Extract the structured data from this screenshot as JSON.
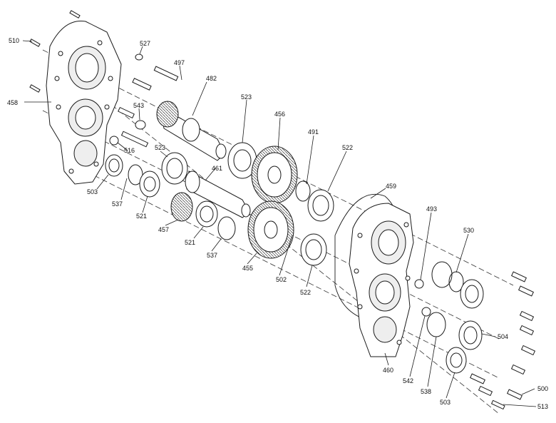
{
  "labels": {
    "l510": "510",
    "l527": "527",
    "l497": "497",
    "l482": "482",
    "l523a": "523",
    "l456": "456",
    "l491": "491",
    "l522a": "522",
    "l458": "458",
    "l543": "543",
    "l516": "516",
    "l523b": "523",
    "l461": "461",
    "l459": "459",
    "l493": "493",
    "l530": "530",
    "l503a": "503",
    "l537a": "537",
    "l521a": "521",
    "l457": "457",
    "l521b": "521",
    "l537b": "537",
    "l455": "455",
    "l502": "502",
    "l522b": "522",
    "l504": "504",
    "l460": "460",
    "l542": "542",
    "l538": "538",
    "l503b": "503",
    "l500": "500",
    "l513": "513"
  },
  "colors": {
    "line": "#1a1a1a",
    "fill": "#ffffff",
    "shade": "#d9d9d9",
    "dash": "#333333"
  }
}
